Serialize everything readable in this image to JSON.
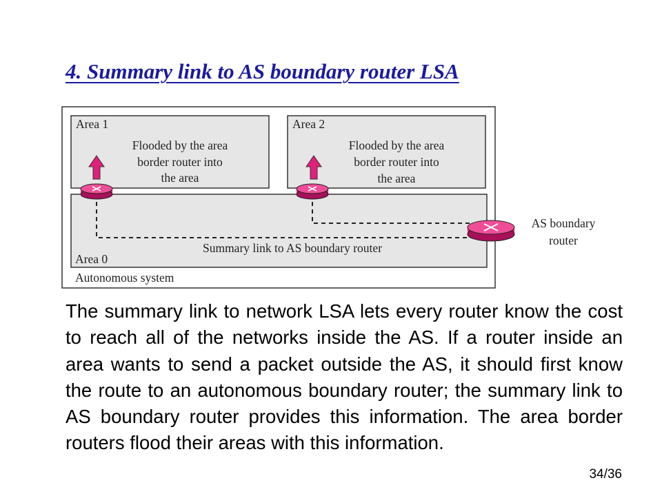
{
  "slide": {
    "title": "4. Summary link to AS boundary router LSA",
    "body": "The summary link to network LSA lets every router know the cost to reach all of the networks inside the AS. If a router inside an area wants to send a packet outside the AS, it should first know the route to an autonomous boundary router; the summary link to AS boundary router provides this information. The area border routers flood their areas with this information.",
    "page_number": "34/36"
  },
  "diagram": {
    "area1": {
      "label": "Area 1",
      "text": [
        "Flooded by the area",
        "border router into",
        "the area"
      ]
    },
    "area2": {
      "label": "Area 2",
      "text": [
        "Flooded by the area",
        "border router into",
        "the area"
      ]
    },
    "area0": {
      "label": "Area 0"
    },
    "as_label": "Autonomous system",
    "link_label": "Summary link to AS boundary router",
    "boundary_router_label": [
      "AS boundary",
      "router"
    ],
    "colors": {
      "router": "#e0207a",
      "router_top": "#f04d98",
      "area_fill": "#e6e6e6",
      "arrow": "#e0207a"
    }
  }
}
